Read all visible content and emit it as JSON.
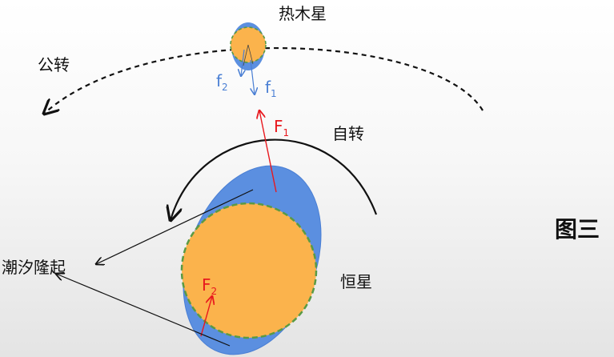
{
  "labels": {
    "hot_jupiter": "热木星",
    "orbit": "公转",
    "rotation": "自转",
    "tidal_bulge": "潮汐隆起",
    "star": "恒星",
    "figure": "图三",
    "F1_base": "F",
    "F1_sub": "1",
    "F2_base": "F",
    "F2_sub": "2",
    "f1_base": "f",
    "f1_sub": "1",
    "f2_base": "f",
    "f2_sub": "2"
  },
  "colors": {
    "bulge": "#5b8fe0",
    "body": "#fbb34c",
    "outline": "#5a9a44",
    "force_red": "#e8181e",
    "force_blue": "#4a7fd4"
  }
}
